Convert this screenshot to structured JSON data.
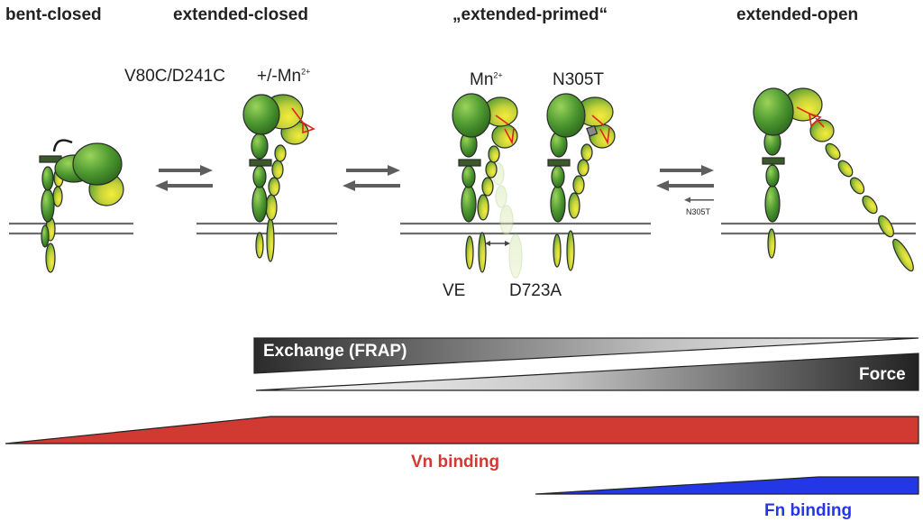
{
  "states": {
    "bent_closed": "bent-closed",
    "extended_closed": "extended-closed",
    "extended_primed": "„extended-primed“",
    "extended_open": "extended-open"
  },
  "annotations": {
    "v80c": "V80C/D241C",
    "mn_pm": "+/-Mn",
    "mn": "Mn",
    "superscript": "2+",
    "n305t": "N305T",
    "n305t_small": "N305T",
    "ve": "VE",
    "d723a": "D723A"
  },
  "bars": {
    "exchange": "Exchange (FRAP)",
    "force": "Force",
    "vn": "Vn binding",
    "fn": "Fn binding"
  },
  "colors": {
    "vn_red": "#d13a33",
    "fn_blue": "#2437e6",
    "domain_green": "#4f9a32",
    "highlight_yellow": "#e8e030",
    "mutation_red": "#e0241c"
  }
}
